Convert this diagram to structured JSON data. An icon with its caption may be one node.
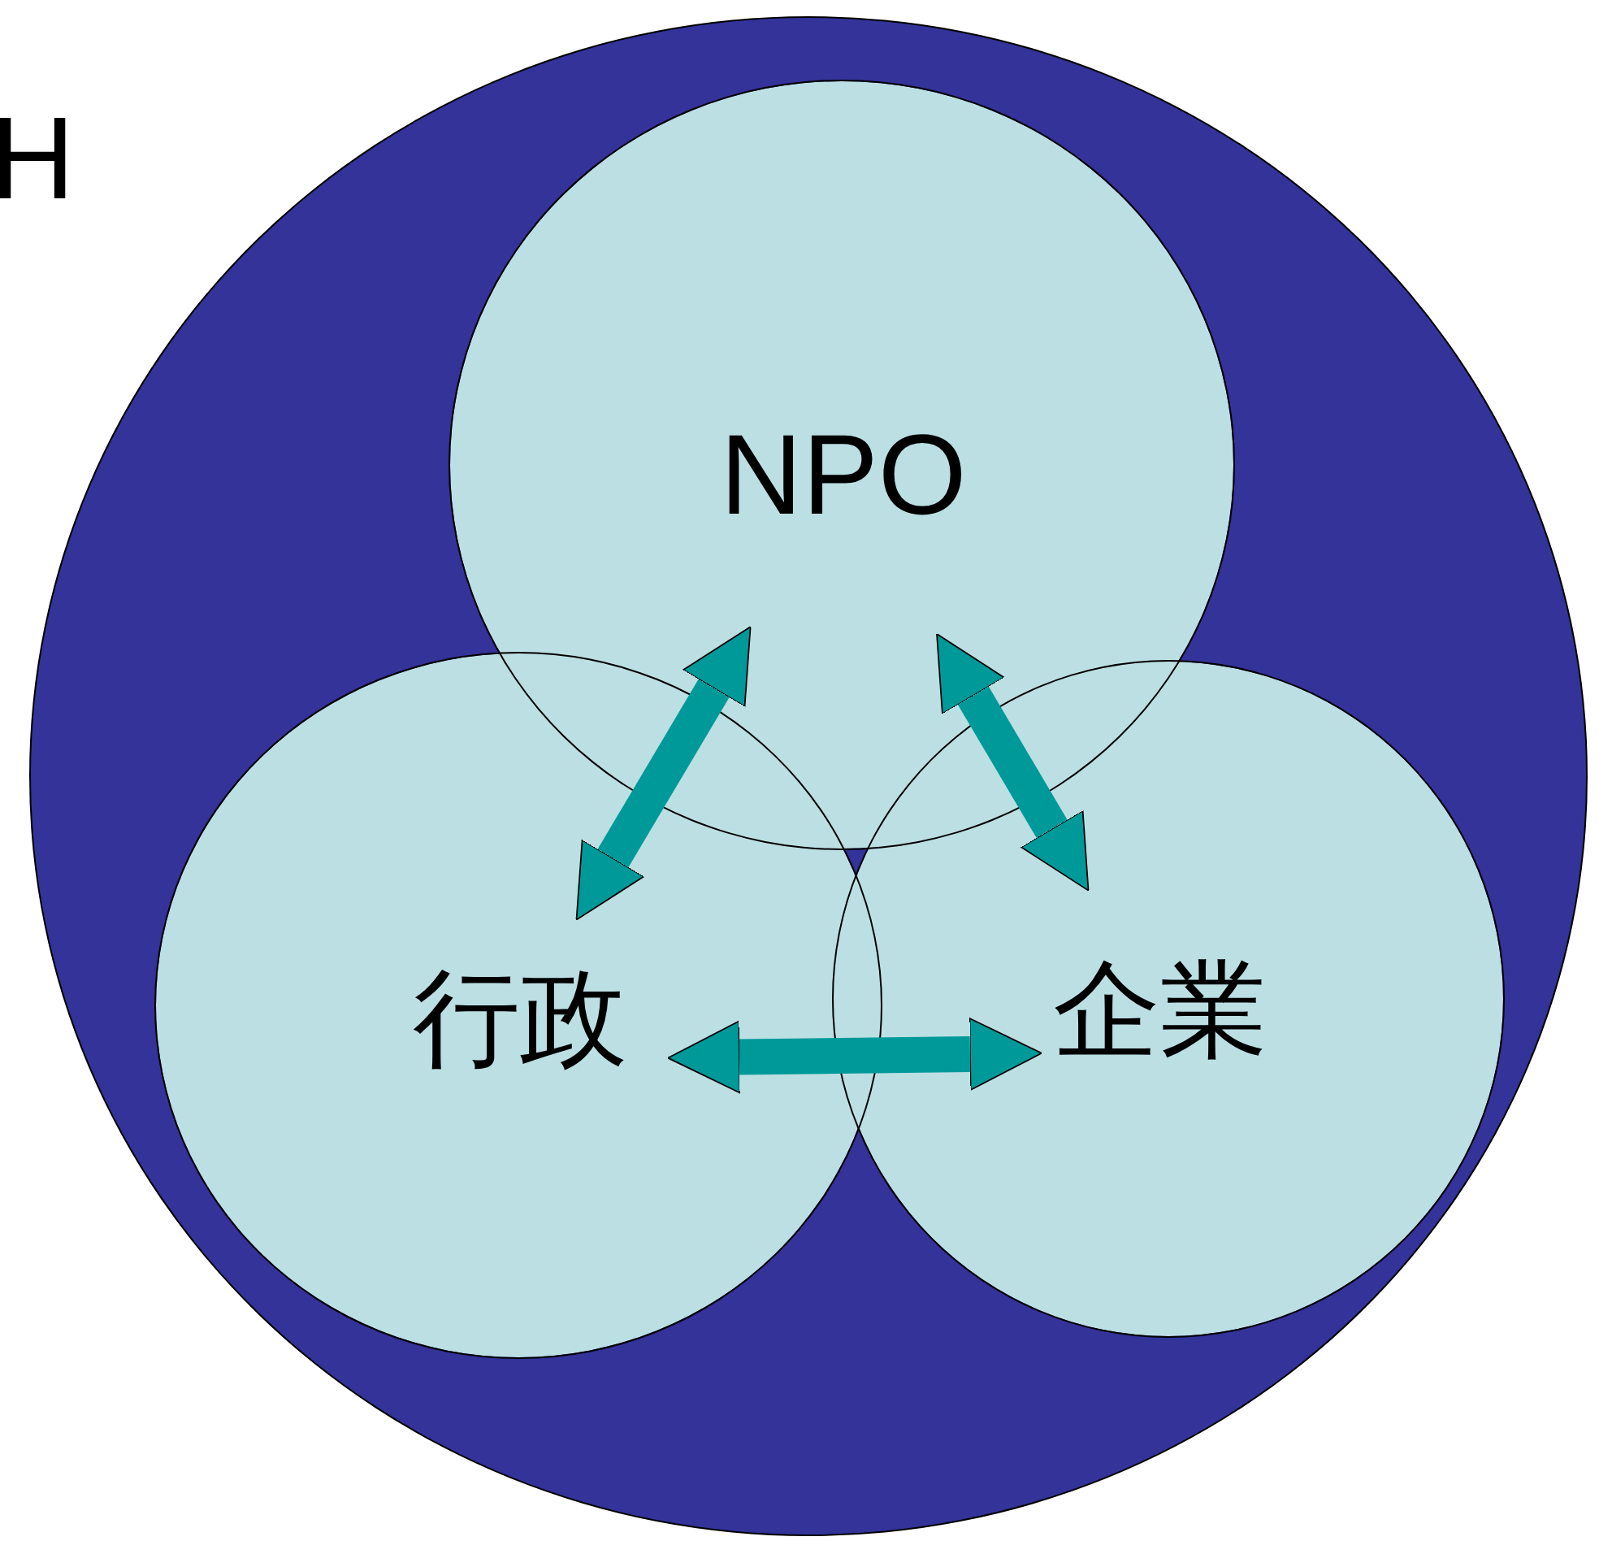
{
  "diagram": {
    "nodes": [
      {
        "text": [],
        "shape": "circle"
      },
      {
        "text": [
          "NPO"
        ],
        "in": 0
      },
      {
        "text": [
          "行政"
        ],
        "in": 0
      },
      {
        "text": [
          "企業"
        ],
        "in": 0
      }
    ],
    "edges": [
      {
        "from": 1,
        "to": 2,
        "arrow": "both"
      },
      {
        "from": 1,
        "to": 3,
        "arrow": "both"
      },
      {
        "from": 2,
        "to": 3,
        "arrow": "both"
      }
    ],
    "labels": [
      "H"
    ]
  }
}
